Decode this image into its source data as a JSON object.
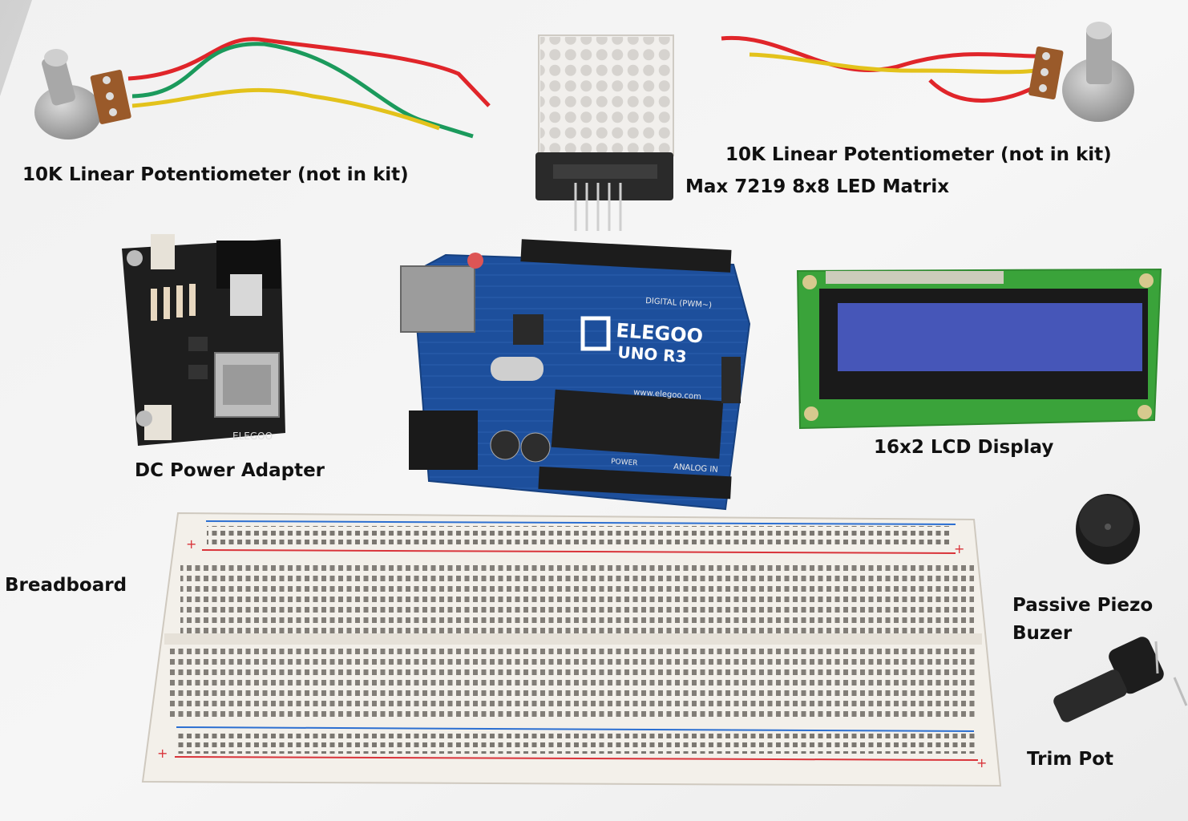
{
  "labels": {
    "pot_left": "10K Linear Potentiometer (not in kit)",
    "pot_right": "10K Linear Potentiometer (not in kit)",
    "led_matrix": "Max 7219 8x8 LED Matrix",
    "power_adapter": "DC Power Adapter",
    "lcd": "16x2 LCD Display",
    "breadboard": "Breadboard",
    "buzzer_line1": "Passive Piezo",
    "buzzer_line2": "Buzer",
    "trim_pot": "Trim Pot"
  },
  "board_text": {
    "brand": "ELEGOO",
    "model": "UNO R3",
    "url": "www.elegoo.com",
    "digital": "DIGITAL (PWM~)",
    "analog": "ANALOG IN",
    "power": "POWER",
    "adapter_brand": "ELEGOO"
  },
  "colors": {
    "paper": "#f4f4f4",
    "board_blue": "#1d4f9c",
    "lcd_green": "#3aa33a",
    "lcd_screen": "#4656b8",
    "wire_red": "#e0252a",
    "wire_green": "#1b9a5c",
    "wire_yellow": "#e3c21b",
    "breadboard": "#f3f0ea",
    "rail_red": "#d9343a",
    "rail_blue": "#2c6fd1"
  }
}
